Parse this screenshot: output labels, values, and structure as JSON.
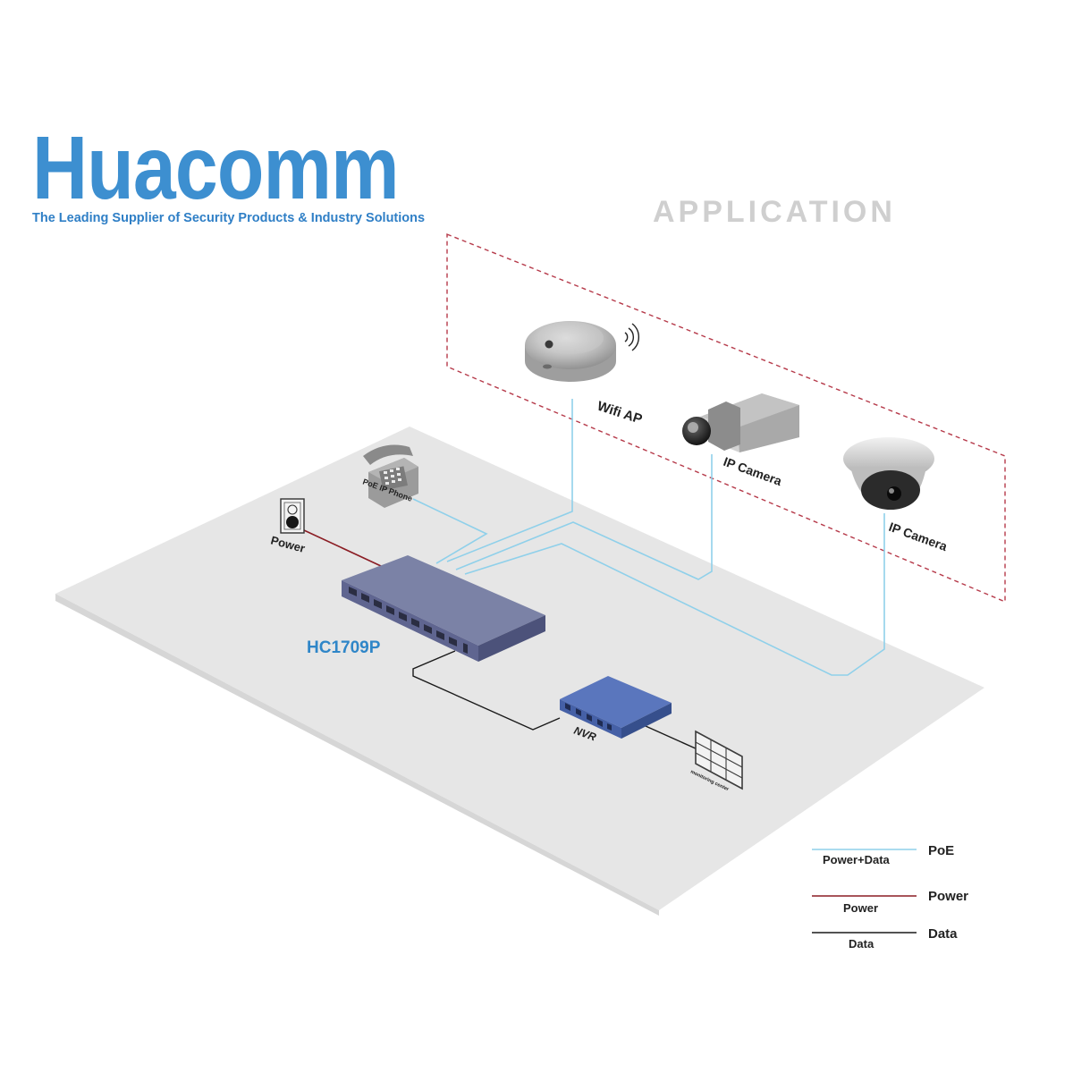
{
  "brand": {
    "name": "Huacomm",
    "tagline": "The Leading Supplier of  Security Products & Industry Solutions"
  },
  "section_title": "APPLICATION",
  "devices": {
    "wifi_ap": "Wifi AP",
    "ip_camera_box": "IP Camera",
    "ip_camera_dome": "IP Camera",
    "phone": "PoE IP Phone",
    "power": "Power",
    "switch_model": "HC1709P",
    "nvr": "NVR",
    "monitor": "monitoring center"
  },
  "legend": [
    {
      "key": "PoE",
      "desc": "Power+Data",
      "color": "#8fd0ea"
    },
    {
      "key": "Power",
      "desc": "Power",
      "color": "#8b1d24"
    },
    {
      "key": "Data",
      "desc": "Data",
      "color": "#1a1a1a"
    }
  ],
  "colors": {
    "brand": "#3d8fd0",
    "floor": "#e6e6e6",
    "switch": "#6f7596",
    "nvr": "#4f68ad",
    "poe_line": "#8fd0ea",
    "power_line": "#8b1d24",
    "data_line": "#1a1a1a",
    "dashed_border": "#b63a4a"
  }
}
